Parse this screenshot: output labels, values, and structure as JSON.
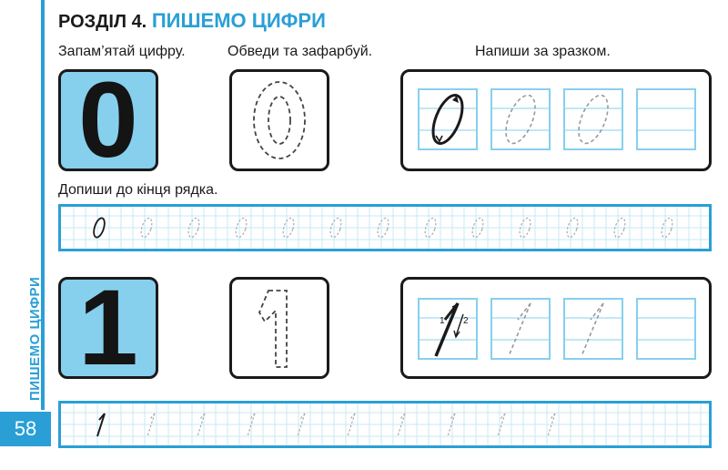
{
  "header": {
    "label": "РОЗДІЛ",
    "number": "4.",
    "title": "ПИШЕМО ЦИФРИ"
  },
  "side_title": "ПИШЕМО ЦИФРИ",
  "page_number": "58",
  "instructions": {
    "remember": "Запам’ятай цифру.",
    "trace": "Обведи та зафарбуй.",
    "write": "Напиши за зразком.",
    "finish_row": "Допиши до кінця рядка."
  },
  "digits": {
    "zero": "0",
    "one": "1"
  },
  "stroke_numbers": {
    "first": "1",
    "second": "2"
  },
  "colors": {
    "accent": "#2a9fd6",
    "light_blue": "#86d0ee",
    "ink": "#1a1a1a",
    "dash": "#999999"
  }
}
